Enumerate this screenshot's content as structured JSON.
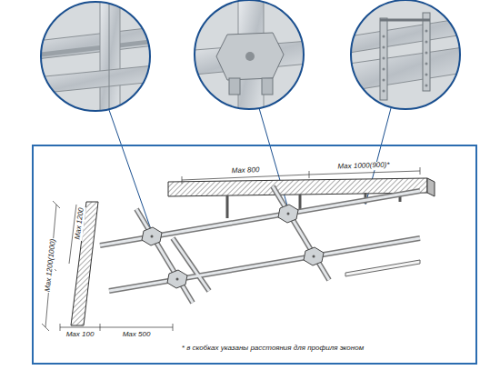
{
  "diagram": {
    "labels": [
      "Max 800",
      "Max 1000(900)*",
      "Max 1200(1000)",
      "Max 1200",
      "Max 100",
      "Max 500",
      "* в скобках указаны расстояния для профиля эконом"
    ]
  }
}
